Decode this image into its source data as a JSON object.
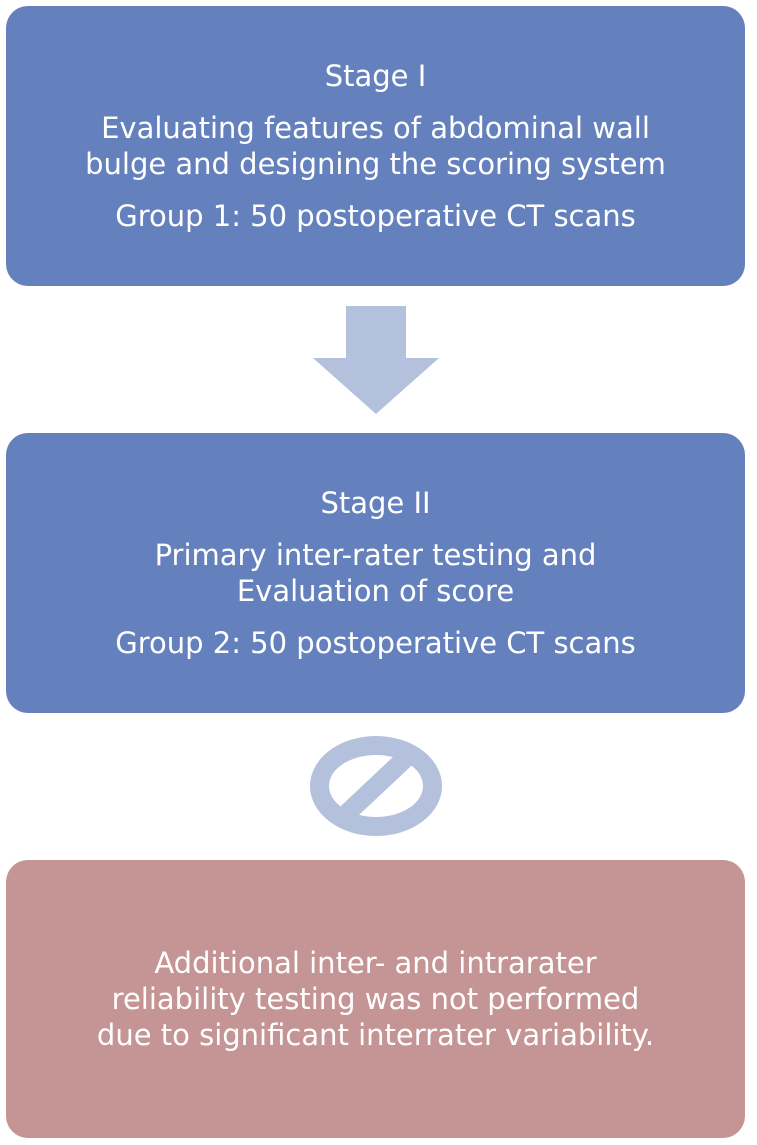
{
  "stage1": {
    "title": "Stage I",
    "description_lines": [
      "Evaluating features of abdominal wall",
      "bulge and designing the scoring system"
    ],
    "group": "Group 1: 50 postoperative CT scans"
  },
  "stage2": {
    "title": "Stage II",
    "description_lines": [
      "Primary inter-rater testing and",
      "Evaluation of score"
    ],
    "group": "Group 2: 50 postoperative CT scans"
  },
  "note": {
    "lines": [
      "Additional inter- and intrarater",
      "reliability testing was not performed",
      "due to significant interrater variability."
    ]
  },
  "colors": {
    "stage_box": "#6581bd",
    "note_box": "#c59494",
    "connector": "#b4c1dc",
    "text": "#ffffff"
  },
  "icons": {
    "connector_1": "arrow-down-icon",
    "connector_2": "prohibited-icon"
  }
}
